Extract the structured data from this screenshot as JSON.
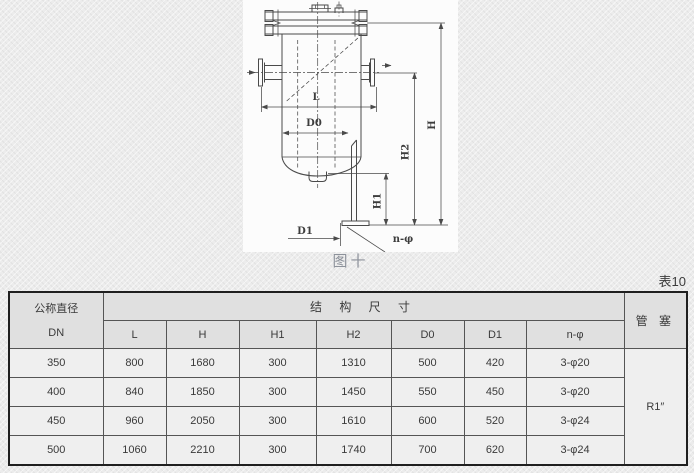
{
  "figure": {
    "caption": "图十",
    "dim_labels": {
      "l": "L",
      "d0": "D0",
      "d1": "D1",
      "n_phi": "n-φ",
      "h": "H",
      "h1": "H1",
      "h2": "H2"
    }
  },
  "table": {
    "tag": "表10",
    "header": {
      "dn_title": "公称直径",
      "dn_sub": "DN",
      "group_title": "结 构 尺 寸",
      "columns": [
        "L",
        "H",
        "H1",
        "H2",
        "D0",
        "D1",
        "n-φ"
      ],
      "plug_title": "管 塞"
    },
    "rows": [
      {
        "dn": "350",
        "L": "800",
        "H": "1680",
        "H1": "300",
        "H2": "1310",
        "D0": "500",
        "D1": "420",
        "n_phi": "3-φ20"
      },
      {
        "dn": "400",
        "L": "840",
        "H": "1850",
        "H1": "300",
        "H2": "1450",
        "D0": "550",
        "D1": "450",
        "n_phi": "3-φ20"
      },
      {
        "dn": "450",
        "L": "960",
        "H": "2050",
        "H1": "300",
        "H2": "1610",
        "D0": "600",
        "D1": "520",
        "n_phi": "3-φ24"
      },
      {
        "dn": "500",
        "L": "1060",
        "H": "2210",
        "H1": "300",
        "H2": "1740",
        "D0": "700",
        "D1": "620",
        "n_phi": "3-φ24"
      }
    ],
    "plug_value": "R1″"
  },
  "colors": {
    "page_bg": "#ececec",
    "panel_bg": "#fcfcfc",
    "header_bg": "#e0e0e0",
    "cell_bg": "#efefef",
    "line": "#4a4a4a",
    "caption_gray": "#8d929b"
  }
}
